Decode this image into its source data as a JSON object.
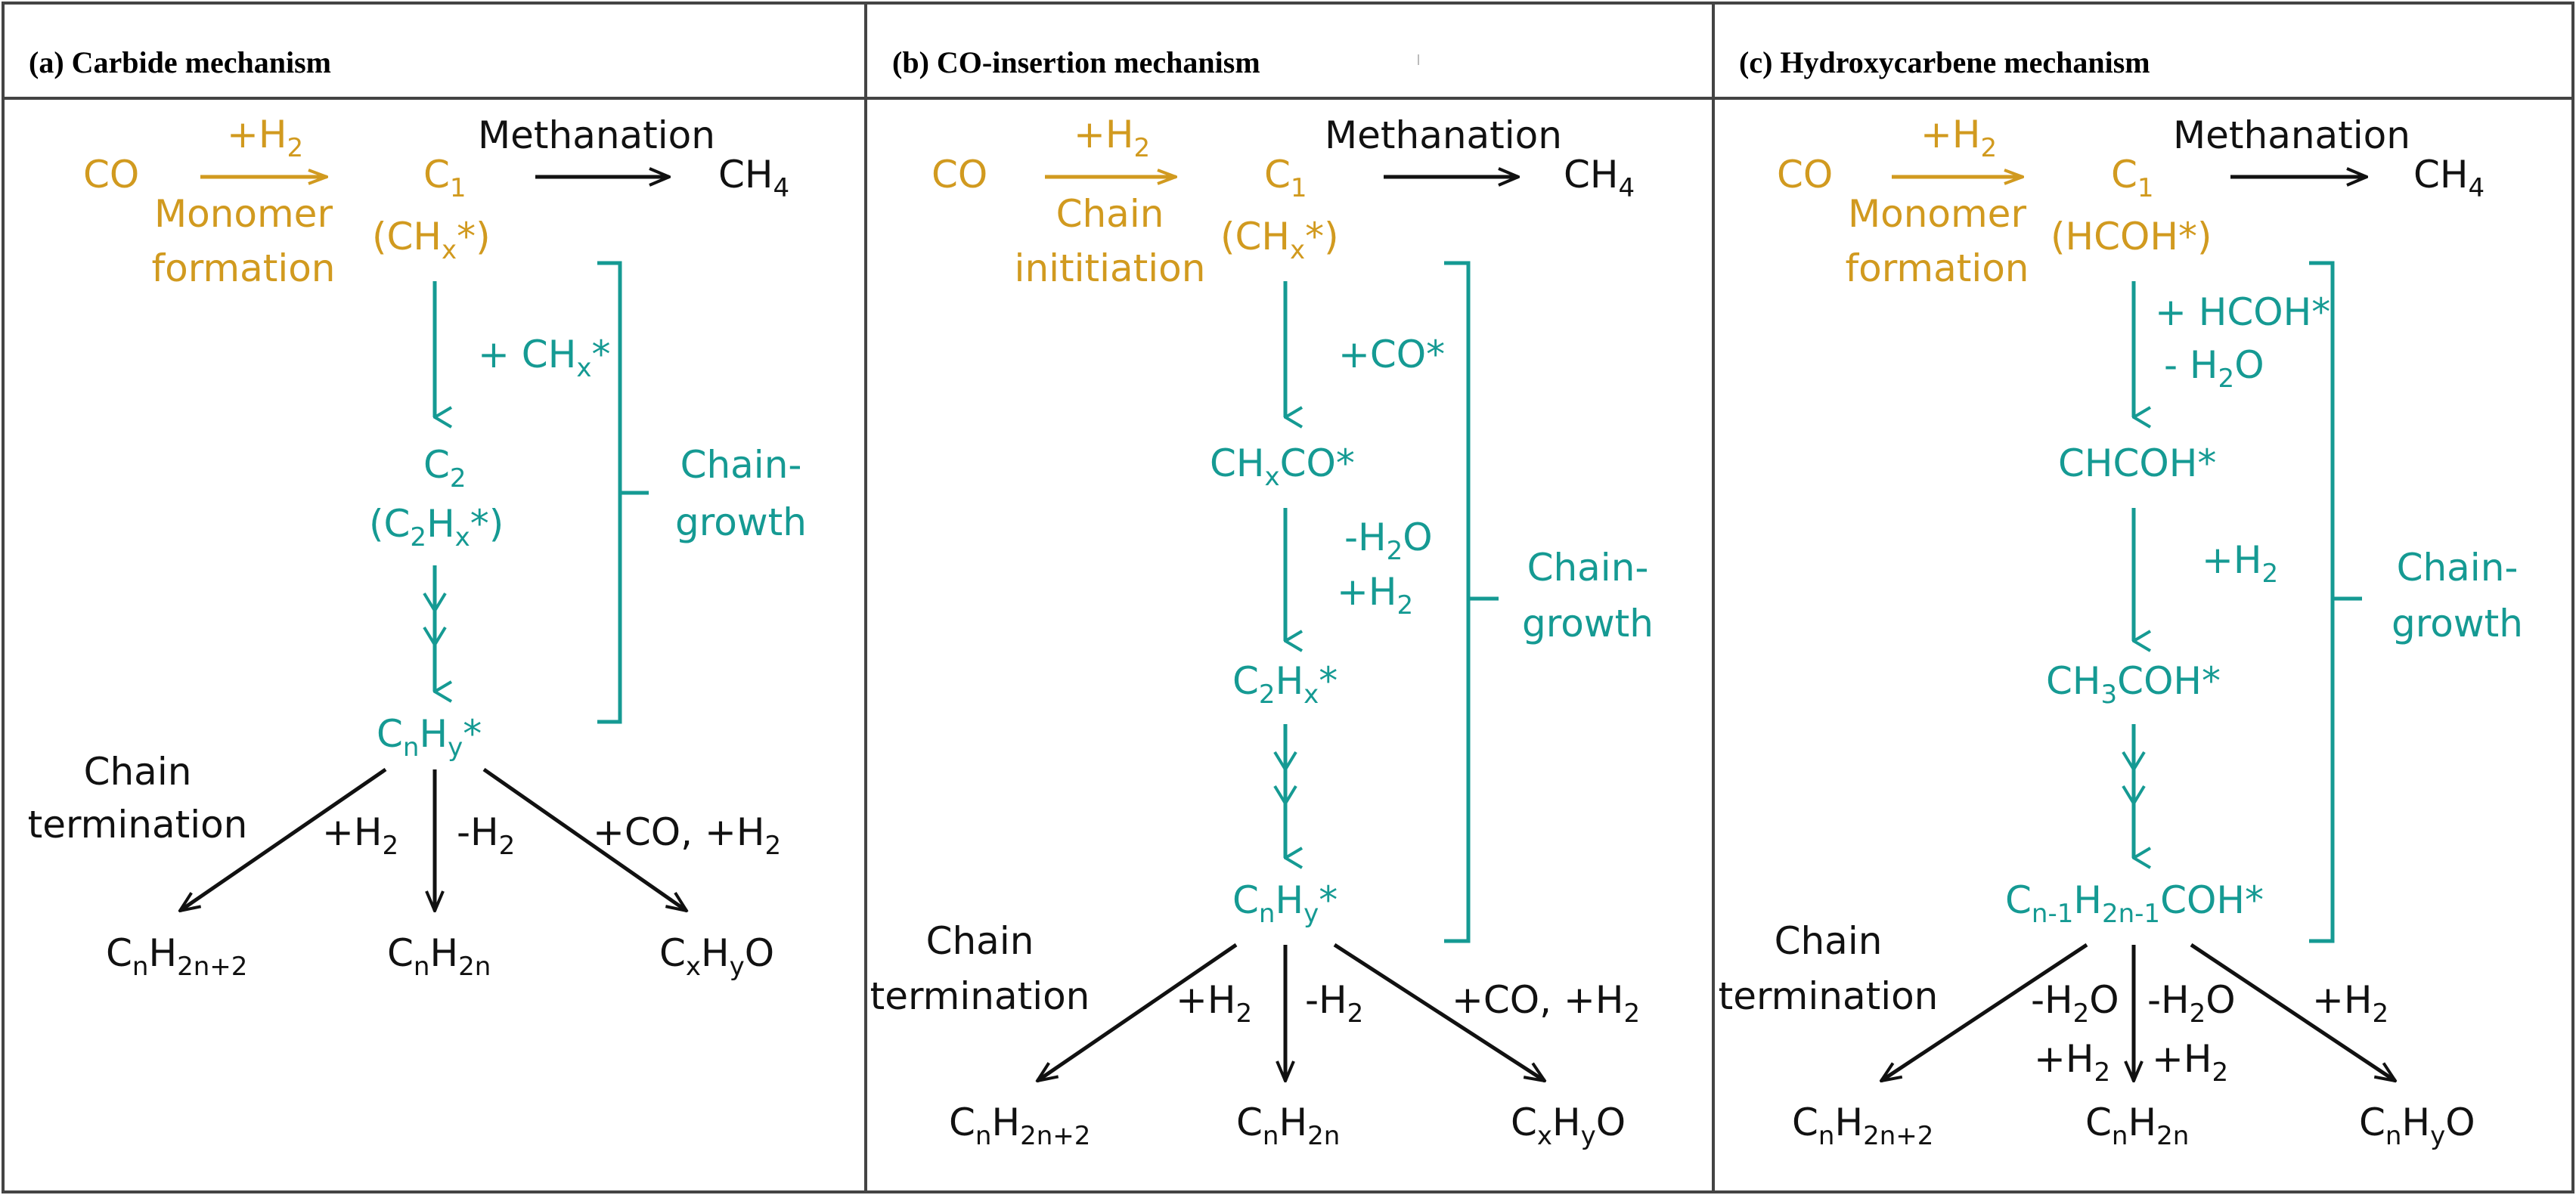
{
  "colors": {
    "monomer": "#d19a1f",
    "growth": "#159a93",
    "termination": "#111111",
    "border": "#444444"
  },
  "panels": [
    {
      "title": "(a) Carbide mechanism",
      "reactant": "CO",
      "h2_step": "+H",
      "step_name": [
        "Monomer",
        "formation"
      ],
      "c1": "C",
      "c1_species": "(CH",
      "methanation": "Methanation",
      "methane": "CH",
      "chain_growth": [
        "Chain-",
        "growth"
      ],
      "growth_steps": [
        "+ CH",
        "C",
        "(C"
      ],
      "chain_end": "C",
      "termination": [
        "Chain",
        "termination"
      ],
      "term_steps": [
        "+H",
        "-H",
        "+CO, +H"
      ],
      "products": [
        "C",
        "C",
        "C"
      ]
    },
    {
      "title": "(b) CO-insertion mechanism",
      "reactant": "CO",
      "h2_step": "+H",
      "step_name": [
        "Chain",
        "inititiation"
      ],
      "c1": "C",
      "c1_species": "(CH",
      "methanation": "Methanation",
      "methane": "CH",
      "chain_growth": [
        "Chain-",
        "growth"
      ],
      "growth_steps": [
        "+CO*",
        "CH",
        "-H",
        "+H",
        "C"
      ],
      "chain_end": "C",
      "termination": [
        "Chain",
        "termination"
      ],
      "term_steps": [
        "+H",
        "-H",
        "+CO, +H"
      ],
      "products": [
        "C",
        "C",
        "C"
      ]
    },
    {
      "title": "(c) Hydroxycarbene mechanism",
      "reactant": "CO",
      "h2_step": "+H",
      "step_name": [
        "Monomer",
        "formation"
      ],
      "c1": "C",
      "c1_species": "(HCOH*)",
      "methanation": "Methanation",
      "methane": "CH",
      "chain_growth": [
        "Chain-",
        "growth"
      ],
      "growth_steps": [
        "+ HCOH*",
        "- H",
        "CHCOH*",
        "+H",
        "CH"
      ],
      "chain_end": "C",
      "termination": [
        "Chain",
        "termination"
      ],
      "term_steps": [
        "-H",
        "+H",
        "-H",
        "+H",
        "+H"
      ],
      "products": [
        "C",
        "C",
        "C"
      ]
    }
  ]
}
